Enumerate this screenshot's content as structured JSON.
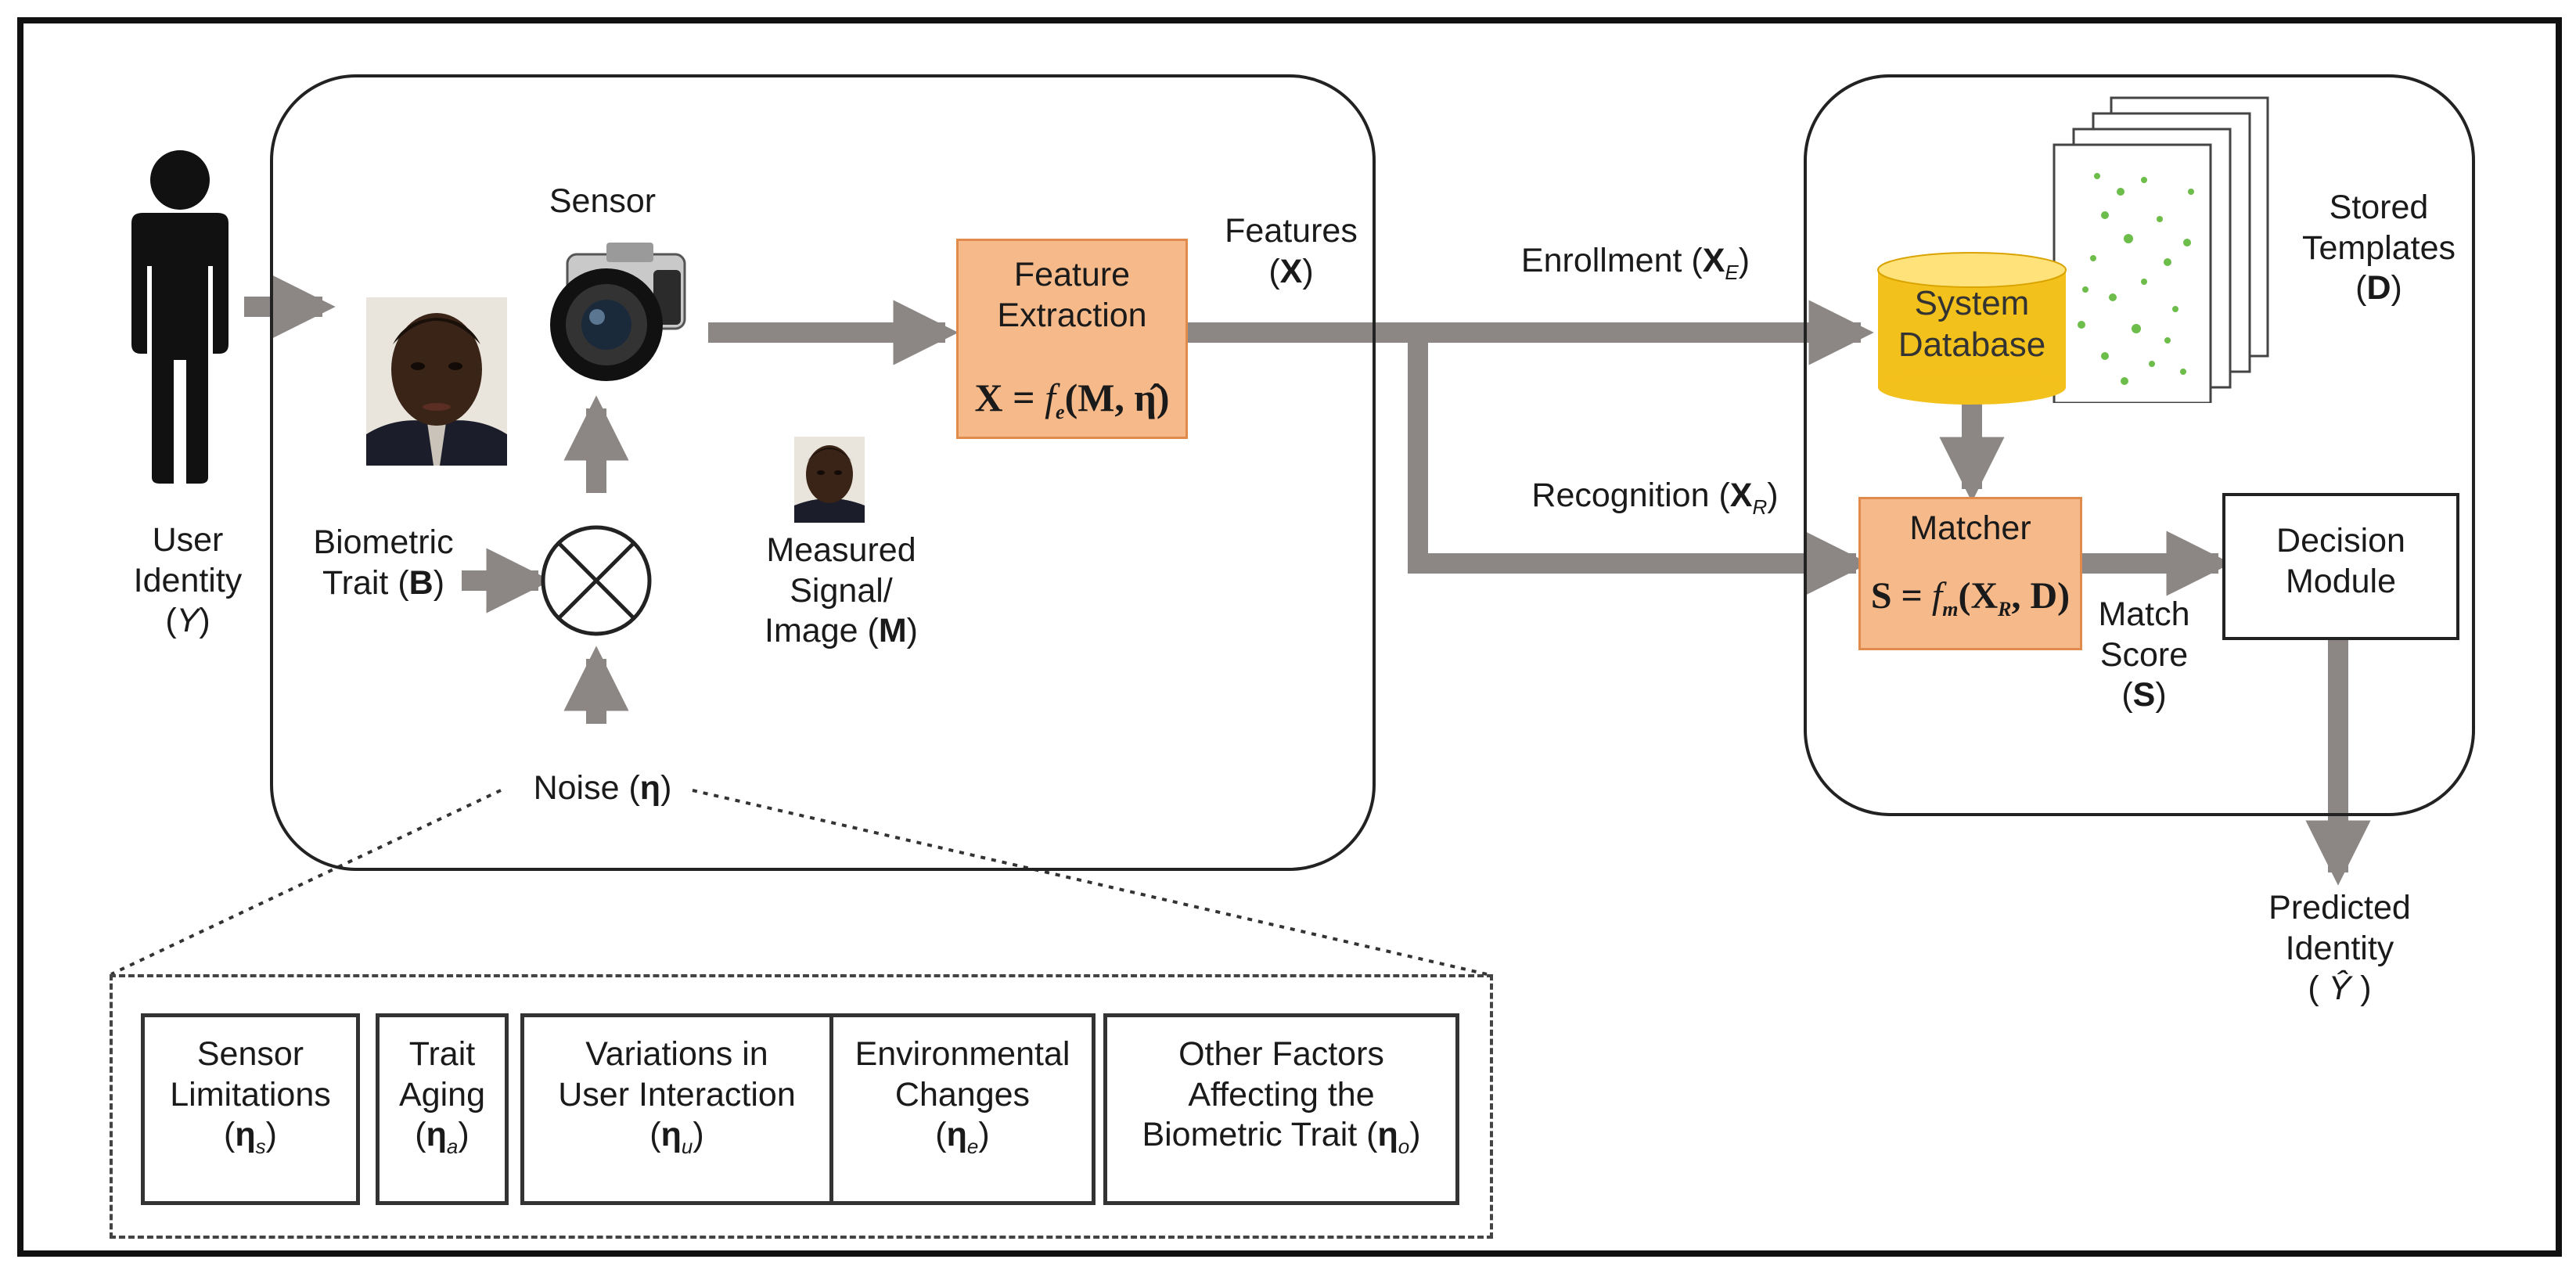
{
  "labels": {
    "user_identity": [
      "User",
      "Identity"
    ],
    "user_identity_symbol": "Y",
    "sensor": "Sensor",
    "biometric_trait": [
      "Biometric",
      "Trait ("
    ],
    "biometric_trait_symbol": "B",
    "noise": "Noise (",
    "noise_symbol": "η",
    "measured_signal": [
      "Measured",
      "Signal/",
      "Image ("
    ],
    "measured_symbol": "M",
    "feature_extraction": [
      "Feature",
      "Extraction"
    ],
    "feature_formula": {
      "lhs": "X",
      "f": "f",
      "f_sub": "e",
      "args": "(M, η̂)"
    },
    "features": "Features",
    "features_symbol": "X",
    "enrollment": "Enrollment (",
    "enrollment_symbol": "X",
    "enrollment_sub": "E",
    "recognition": "Recognition (",
    "recognition_symbol": "X",
    "recognition_sub": "R",
    "system_database": [
      "System",
      "Database"
    ],
    "stored_templates": [
      "Stored",
      "Templates"
    ],
    "stored_symbol": "D",
    "matcher": "Matcher",
    "matcher_formula": {
      "lhs": "S",
      "f": "f",
      "f_sub": "m",
      "args_open": "(X",
      "args_sub": "R",
      "args_close": ", D)"
    },
    "match_score": [
      "Match",
      "Score"
    ],
    "match_symbol": "S",
    "decision_module": [
      "Decision",
      "Module"
    ],
    "predicted_identity": [
      "Predicted",
      "Identity"
    ],
    "predicted_symbol": "Ŷ"
  },
  "noise_factors": [
    {
      "lines": [
        "Sensor",
        "Limitations"
      ],
      "symbol": "η",
      "sub": "s"
    },
    {
      "lines": [
        "Trait",
        "Aging"
      ],
      "symbol": "η",
      "sub": "a"
    },
    {
      "lines": [
        "Variations in",
        "User Interaction"
      ],
      "symbol": "η",
      "sub": "u"
    },
    {
      "lines": [
        "Environmental",
        "Changes"
      ],
      "symbol": "η",
      "sub": "e"
    },
    {
      "lines": [
        "Other Factors",
        "Affecting the",
        "Biometric Trait ("
      ],
      "symbol": "η",
      "sub": "o"
    }
  ],
  "colors": {
    "arrow": "#8c8784",
    "orange_fill": "#f5b98a",
    "database_yellow": "#f3c11b",
    "template_dots": "#6dbd4a"
  },
  "icons": [
    "person-silhouette-icon",
    "face-photo-icon",
    "camera-icon",
    "combiner-circle-icon",
    "database-cylinder-icon",
    "template-stack-icon"
  ]
}
